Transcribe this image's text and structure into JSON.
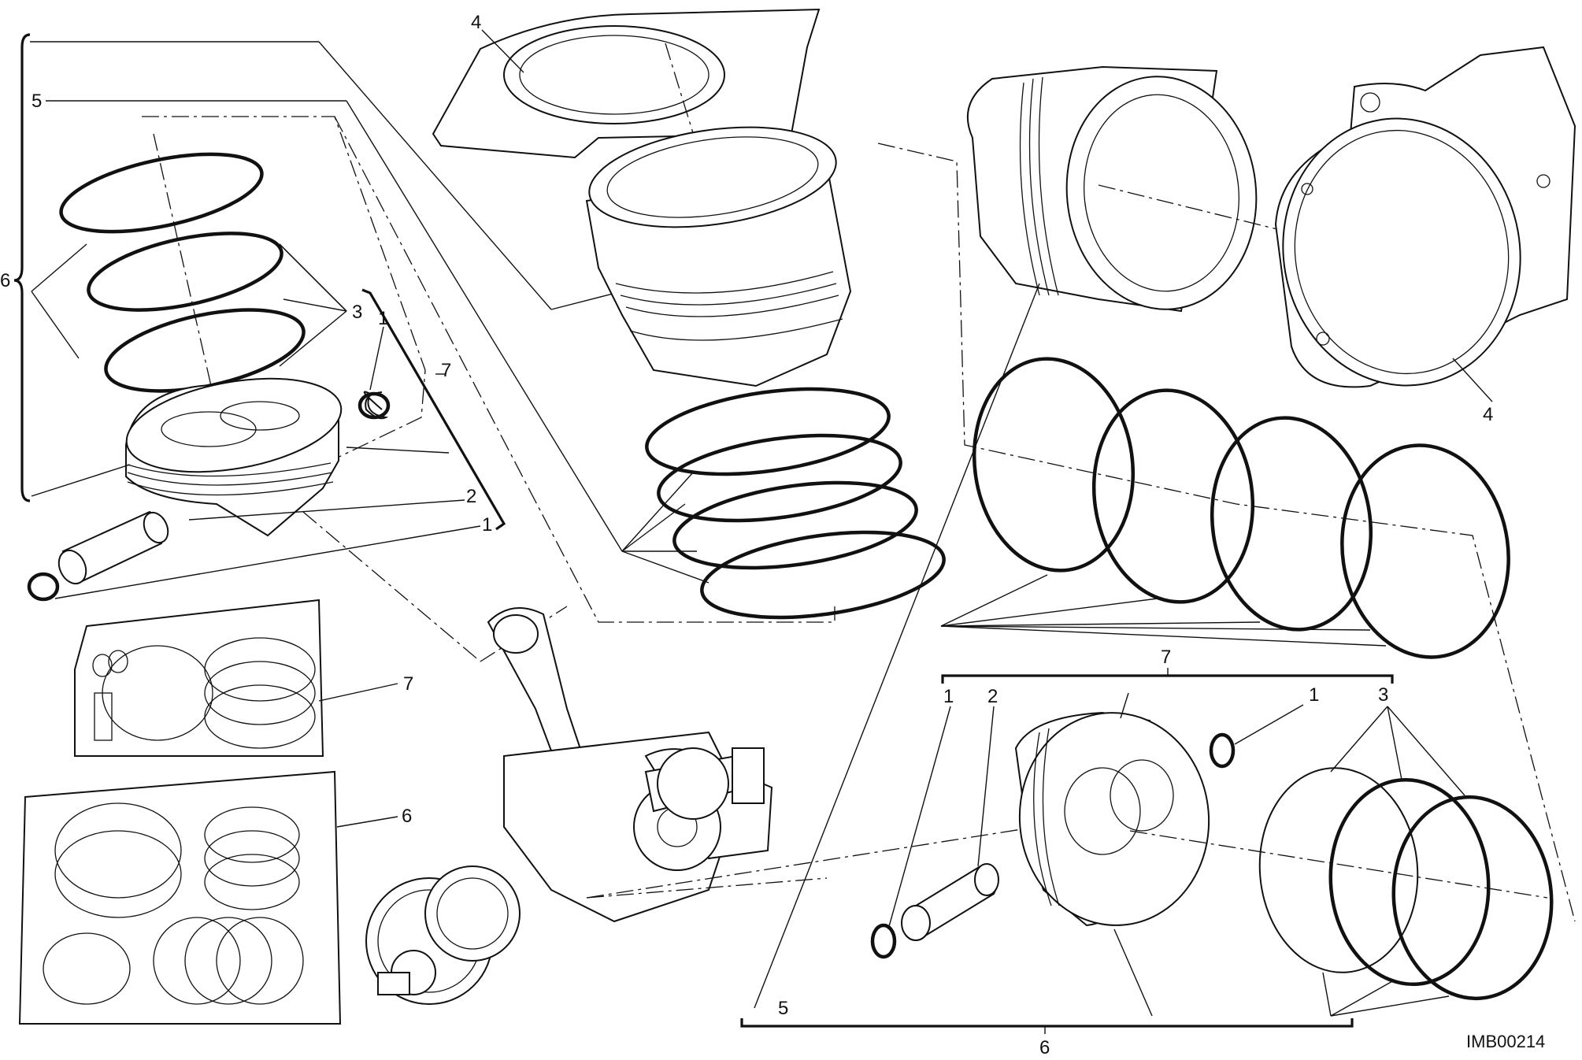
{
  "labels": {
    "l_6a": "6",
    "l_5a": "5",
    "l_4a": "4",
    "l_3a": "3",
    "l_1a": "1",
    "l_7a": "7",
    "l_2a": "2",
    "l_1b": "1",
    "l_7b": "7",
    "l_6b": "6",
    "l_4b": "4",
    "l_7c": "7",
    "l_1c": "1",
    "l_2b": "2",
    "l_1d": "1",
    "l_3b": "3",
    "l_5b": "5",
    "l_6c": "6"
  },
  "diagram_code": "IMB00214"
}
